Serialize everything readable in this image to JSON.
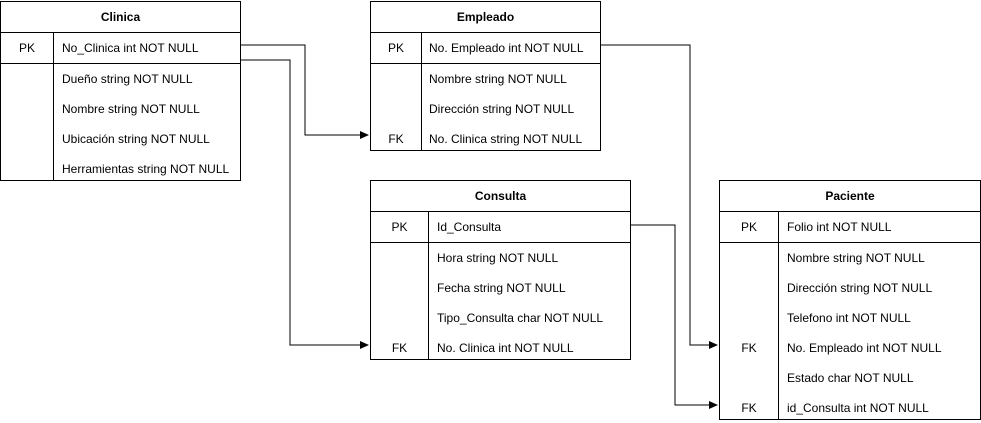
{
  "clinica": {
    "title": "Clinica",
    "pk_label": "PK",
    "pk_field": "No_Clinica int NOT NULL",
    "fields": [
      "Dueño string NOT NULL",
      "Nombre string NOT NULL",
      "Ubicación string NOT NULL",
      "Herramientas string NOT NULL"
    ]
  },
  "empleado": {
    "title": "Empleado",
    "pk_label": "PK",
    "pk_field": "No. Empleado int NOT NULL",
    "fields": [
      "Nombre string NOT NULL",
      "Dirección string NOT NULL",
      "No. Clinica string NOT NULL"
    ],
    "fk_label": "FK"
  },
  "consulta": {
    "title": "Consulta",
    "pk_label": "PK",
    "pk_field": "Id_Consulta",
    "fields": [
      "Hora string NOT NULL",
      "Fecha string NOT NULL",
      "Tipo_Consulta char NOT NULL",
      "No. Clinica int NOT NULL"
    ],
    "fk_label": "FK"
  },
  "paciente": {
    "title": "Paciente",
    "pk_label": "PK",
    "pk_field": "Folio int NOT NULL",
    "fields": [
      "Nombre string NOT NULL",
      "Dirección string NOT NULL",
      "Telefono int NOT NULL",
      "No. Empleado int NOT NULL",
      "Estado char NOT NULL",
      "id_Consulta int NOT NULL"
    ],
    "fk_label_1": "FK",
    "fk_label_2": "FK"
  },
  "colors": {
    "line": "#000000",
    "background": "#ffffff"
  }
}
